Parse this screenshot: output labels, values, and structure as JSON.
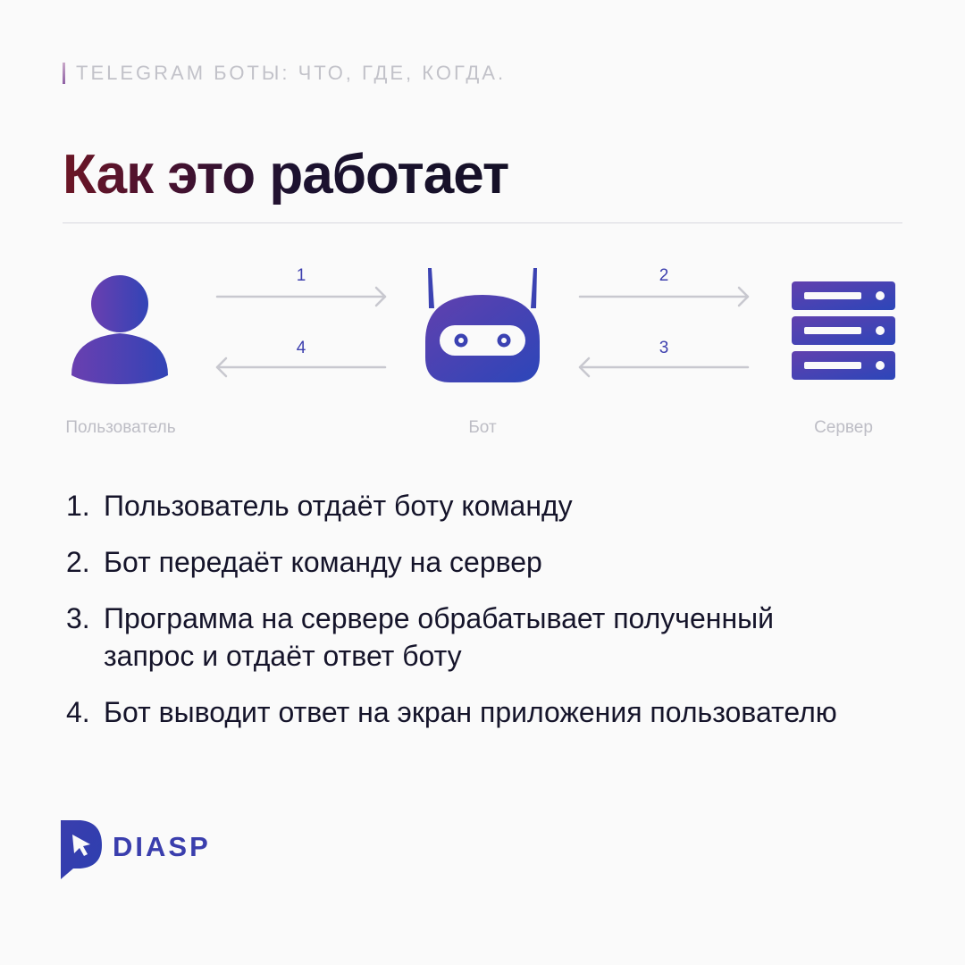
{
  "header": {
    "kicker": "TELEGRAM БОТЫ: ЧТО, ГДЕ, КОГДА.",
    "title": "Как это работает"
  },
  "diagram": {
    "nodes": [
      {
        "label": "Пользователь",
        "icon": "user-icon"
      },
      {
        "label": "Бот",
        "icon": "robot-icon"
      },
      {
        "label": "Сервер",
        "icon": "server-icon"
      }
    ],
    "arrows": [
      {
        "number": "1",
        "direction": "right"
      },
      {
        "number": "4",
        "direction": "left"
      },
      {
        "number": "2",
        "direction": "right"
      },
      {
        "number": "3",
        "direction": "left"
      }
    ]
  },
  "steps": [
    {
      "number": "1.",
      "text": "Пользователь отдаёт боту команду"
    },
    {
      "number": "2.",
      "text": "Бот передаёт команду на сервер"
    },
    {
      "number": "3.",
      "text": "Программа на сервере обрабатывает полученный запрос и отдаёт ответ боту"
    },
    {
      "number": "4.",
      "text": "Бот выводит ответ на экран приложения пользователю"
    }
  ],
  "logo": {
    "text": "DIASP"
  },
  "colors": {
    "accent": "#3d3fae",
    "icon_gradient_start": "#5b3fae",
    "icon_gradient_end": "#2f45b8",
    "arrow": "#c8c8cf",
    "muted_text": "#bdbdc5"
  }
}
